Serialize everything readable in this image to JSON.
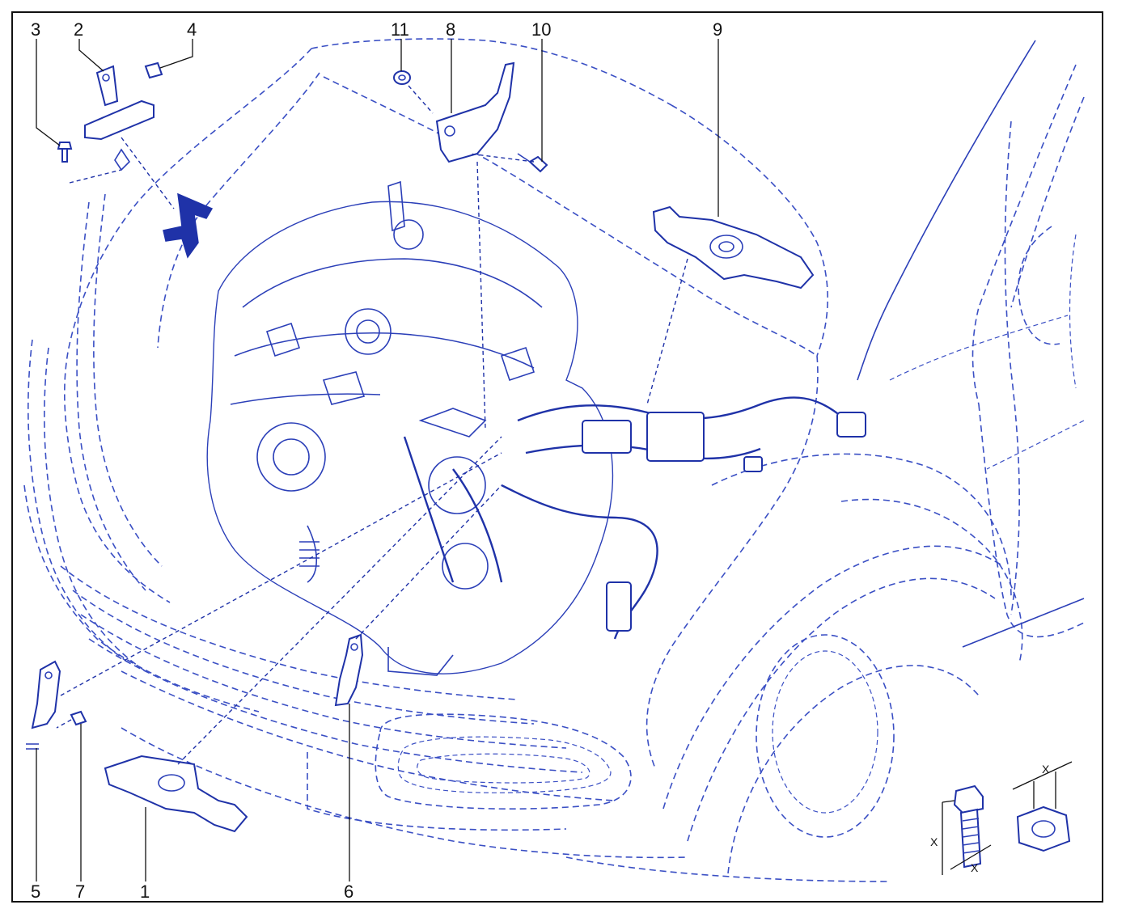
{
  "diagram": {
    "callouts": [
      {
        "id": "c1",
        "text": "1"
      },
      {
        "id": "c2",
        "text": "2"
      },
      {
        "id": "c3",
        "text": "3"
      },
      {
        "id": "c4",
        "text": "4"
      },
      {
        "id": "c5",
        "text": "5"
      },
      {
        "id": "c6",
        "text": "6"
      },
      {
        "id": "c7",
        "text": "7"
      },
      {
        "id": "c8",
        "text": "8"
      },
      {
        "id": "c9",
        "text": "9"
      },
      {
        "id": "c10",
        "text": "10"
      },
      {
        "id": "c11",
        "text": "11"
      }
    ],
    "dimension_labels": {
      "bolt_length": "X",
      "bolt_diameter": "X",
      "nut_size": "X"
    },
    "colors": {
      "line": "#2b3fb8",
      "part": "#1f32a8",
      "frame": "#111111"
    }
  }
}
